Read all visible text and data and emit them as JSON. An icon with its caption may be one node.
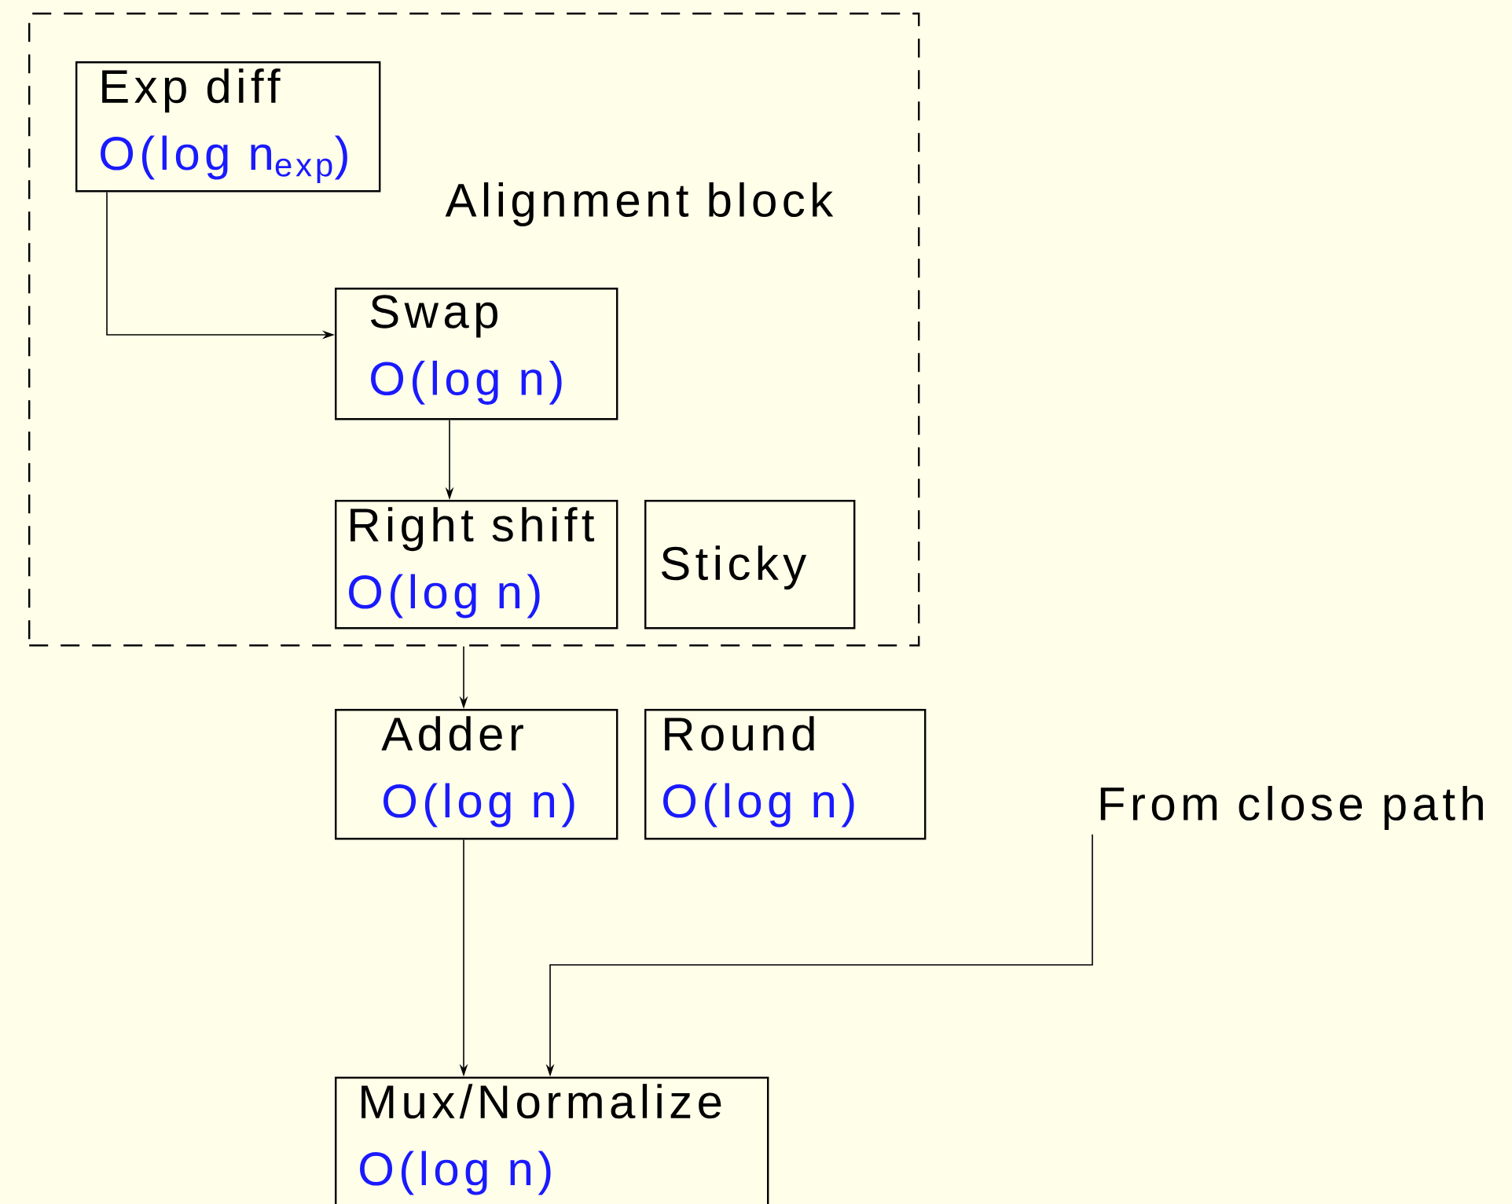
{
  "diagram": {
    "nodes": [
      {
        "text": [
          "Alignment block"
        ]
      },
      {
        "text": [
          "Exp diff",
          "O(log n$_{exp}$)"
        ],
        "in": 0
      },
      {
        "text": [
          "Swap",
          "O(log n)"
        ],
        "in": 0
      },
      {
        "text": [
          "Right shift",
          "O(log n)"
        ],
        "in": 0
      },
      {
        "text": [
          "Sticky"
        ],
        "in": 0
      },
      {
        "text": [
          "Adder",
          "O(log n)"
        ]
      },
      {
        "text": [
          "Round",
          "O(log n)"
        ]
      },
      {
        "text": [
          "Mux/Normalize",
          "O(log n)"
        ]
      },
      {
        "text": [
          "From close path"
        ]
      }
    ],
    "edges": [
      {
        "from": 1,
        "to": 2,
        "arrow": "to"
      },
      {
        "from": 2,
        "to": 3,
        "arrow": "to"
      },
      {
        "from": 0,
        "to": 5,
        "arrow": "to"
      },
      {
        "from": 5,
        "to": 7,
        "arrow": "to"
      },
      {
        "from": 8,
        "to": 7,
        "arrow": "to"
      }
    ]
  }
}
